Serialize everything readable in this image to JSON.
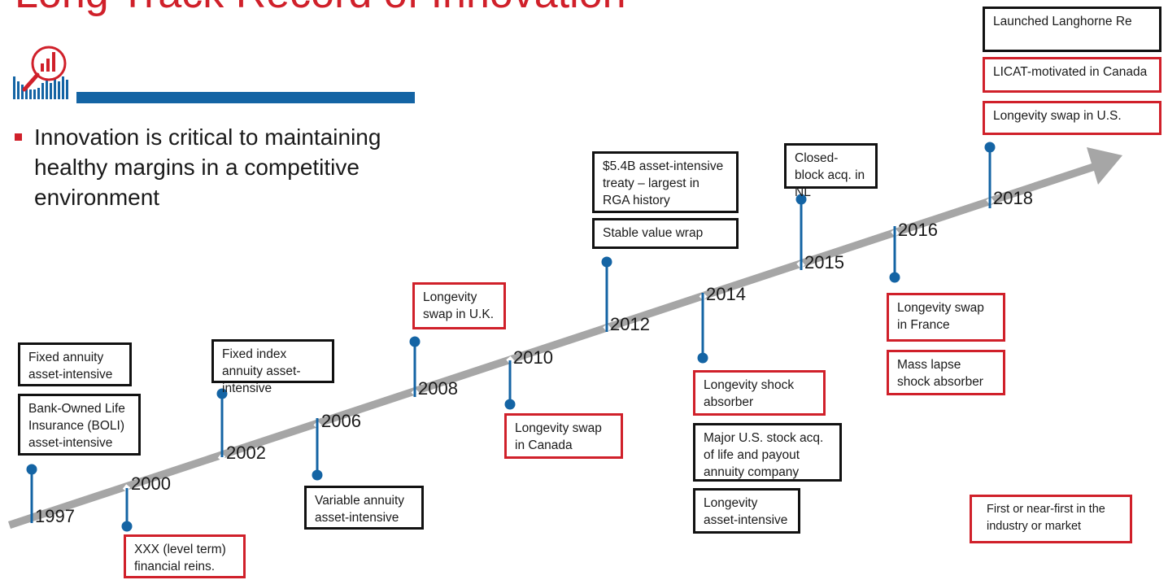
{
  "title": "Long Track Record of Innovation",
  "bullet": "Innovation is critical to maintaining healthy margins in a competitive environment",
  "colors": {
    "accent_red": "#d0202a",
    "timeline_blue": "#1464a4",
    "arrow_gray": "#a6a6a6",
    "box_border": "#111111"
  },
  "title_icon": "chart-magnifier-icon",
  "years": [
    "1997",
    "2000",
    "2002",
    "2006",
    "2008",
    "2010",
    "2012",
    "2014",
    "2015",
    "2016",
    "2018"
  ],
  "events": {
    "fixed_annuity": "Fixed annuity asset-intensive",
    "boli": "Bank-Owned Life Insurance (BOLI) asset-intensive",
    "xxx": "XXX (level term) financial reins.",
    "fixed_index": "Fixed index annuity asset-intensive",
    "variable_annuity": "Variable annuity asset-intensive",
    "longevity_uk": "Longevity swap in U.K.",
    "longevity_canada": "Longevity swap in Canada",
    "asset_treaty": "$5.4B asset-intensive treaty – largest in RGA history",
    "stable_value": "Stable value wrap",
    "longevity_shock": "Longevity shock absorber",
    "major_acq": "Major U.S. stock acq. of life and payout annuity company",
    "longevity_asset": "Longevity asset-intensive",
    "closed_block": "Closed-block acq. in NL",
    "longevity_france": "Longevity swap in France",
    "mass_lapse": "Mass lapse shock absorber",
    "langhorne": "Launched Langhorne Re",
    "licat": "LICAT-motivated in Canada",
    "longevity_us": "Longevity swap in U.S."
  },
  "legend": "First or near-first in the industry or market"
}
